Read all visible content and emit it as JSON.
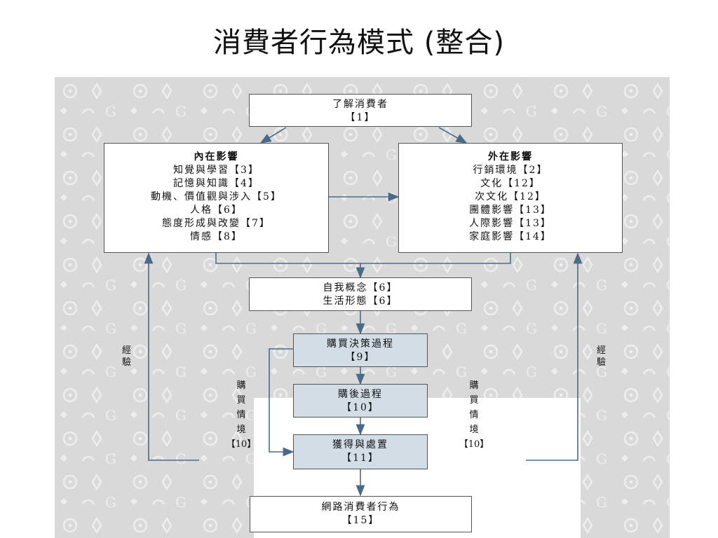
{
  "title": "消費者行為模式 (整合)",
  "boxes": {
    "understand": [
      "了解消費者",
      "【1】"
    ],
    "internal": {
      "head": "內在影響",
      "items": [
        "知覺與學習【3】",
        "記憶與知識【4】",
        "動機、價值觀與涉入【5】",
        "人格【6】",
        "態度形成與改變【7】",
        "情感【8】"
      ]
    },
    "external": {
      "head": "外在影響",
      "items": [
        "行銷環境【2】",
        "文化【12】",
        "次文化【12】",
        "團體影響【13】",
        "人際影響【13】",
        "家庭影響【14】"
      ]
    },
    "self": [
      "自我概念【6】",
      "生活形態【6】"
    ],
    "decision": [
      "購買決策過程",
      "【9】"
    ],
    "post": [
      "購後過程",
      "【10】"
    ],
    "acquire": [
      "獲得與處置",
      "【11】"
    ],
    "online": [
      "網路消費者行為",
      "【15】"
    ]
  },
  "labels": {
    "experience_left": [
      "經",
      "驗"
    ],
    "experience_right": [
      "經",
      "驗"
    ],
    "situation_left": [
      "購",
      "買",
      "情",
      "境",
      "【10】"
    ],
    "situation_right": [
      "購",
      "買",
      "情",
      "境",
      "【10】"
    ]
  },
  "colors": {
    "arrow": "#4a6a8a",
    "box_fill": "#ffffff",
    "process_fill": "#d3dde6",
    "pattern_bg": "#d9d9d9"
  }
}
